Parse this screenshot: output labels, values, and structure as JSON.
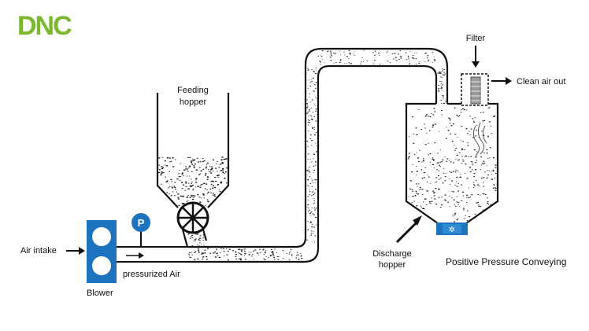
{
  "logo": {
    "text": "DNC",
    "color": "#7cb82f"
  },
  "labels": {
    "air_intake": "Air intake",
    "blower": "Blower",
    "pressure_gauge": "P",
    "pressurized_air": "pressurized Air",
    "feeding_hopper_line1": "Feeding",
    "feeding_hopper_line2": "hopper",
    "filter": "Filter",
    "clean_air_out": "Clean air out",
    "discharge_hopper_line1": "Discharge",
    "discharge_hopper_line2": "hopper",
    "diagram_title": "Positive Pressure Conveying"
  },
  "icons": {
    "blower": "blower-icon",
    "gauge": "pressure-gauge-icon",
    "rotary_valve": "rotary-valve-icon",
    "filter": "filter-icon",
    "discharge_valve": "discharge-valve-icon"
  },
  "colors": {
    "blower_blue": "#1e73be",
    "line": "#111111",
    "particles": "#222222"
  }
}
